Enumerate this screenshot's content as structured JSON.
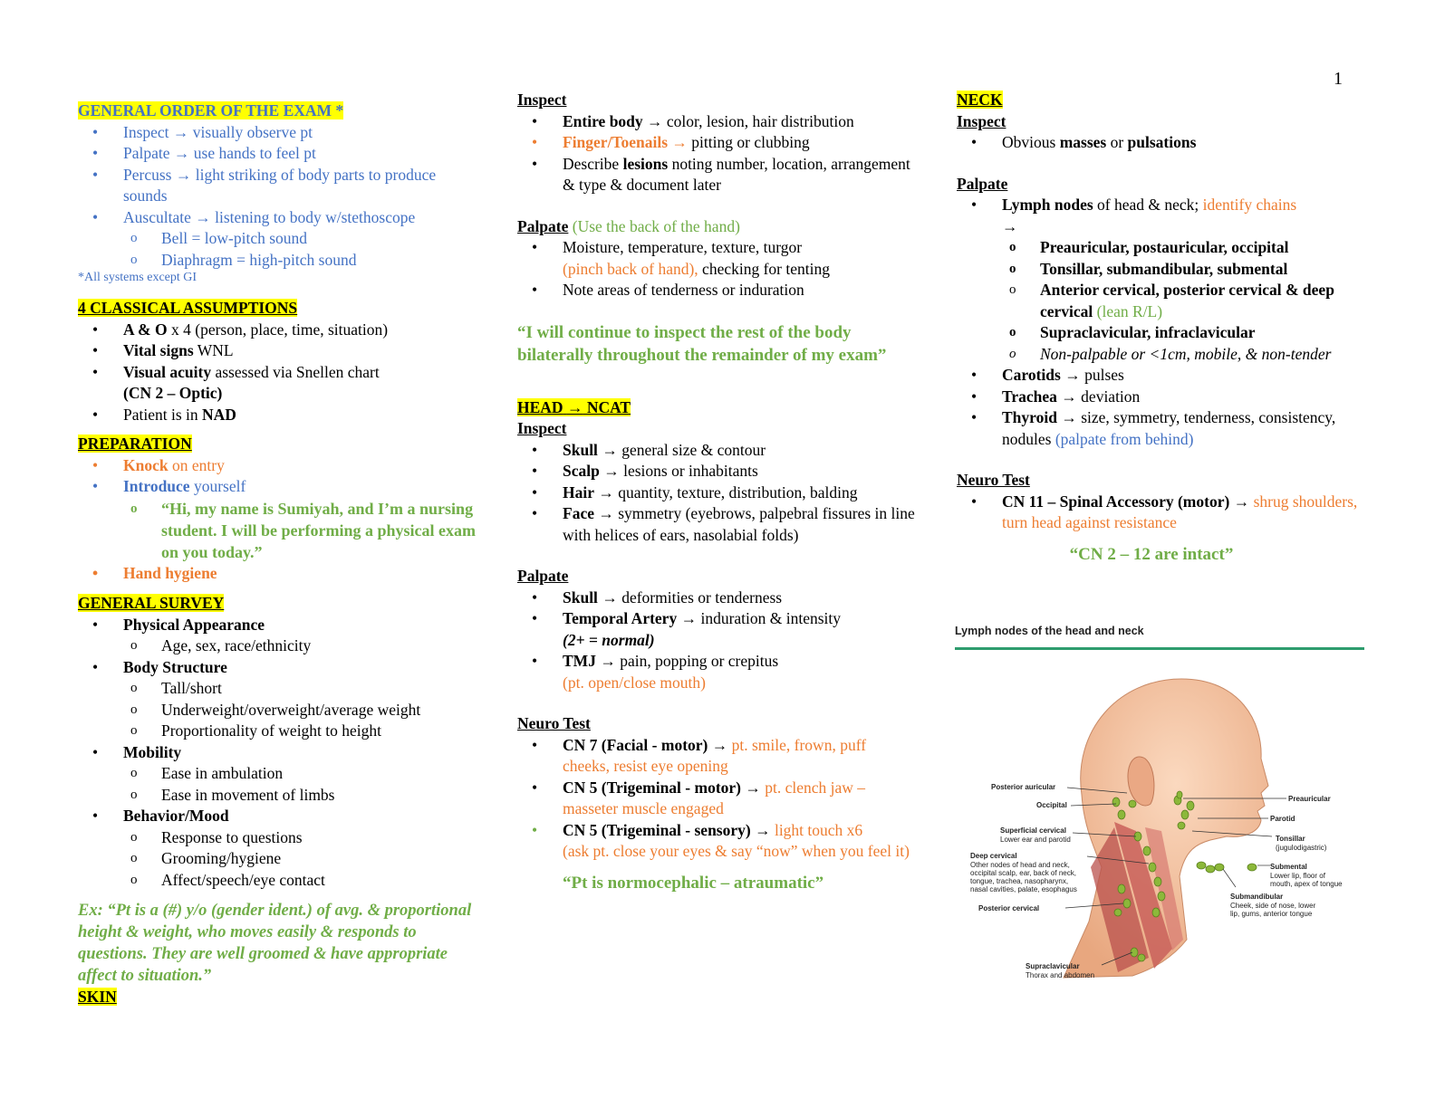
{
  "page_number": "1",
  "arrow": "→",
  "col1": {
    "general_order": {
      "title": "GENERAL ORDER OF THE EXAM *",
      "inspect": "Inspect",
      "inspect_desc": "visually observe pt",
      "palpate": "Palpate",
      "palpate_desc": "use hands to feel pt",
      "percuss": "Percuss",
      "percuss_desc": "light striking of body parts to produce sounds",
      "auscultate": "Auscultate",
      "auscultate_desc": "listening to body w/stethoscope",
      "bell": "Bell = low-pitch sound",
      "diaphragm": "Diaphragm = high-pitch sound",
      "footnote": "*All systems except GI"
    },
    "assumptions": {
      "title": "4 CLASSICAL ASSUMPTIONS",
      "ao": "A & O",
      "ao_desc": " x 4 (person, place, time, situation)",
      "vitals": "Vital signs",
      "vitals_desc": " WNL",
      "visual": "Visual acuity",
      "visual_desc": " assessed via Snellen chart",
      "visual_cn": "(CN 2 – Optic)",
      "patient": "Patient is in ",
      "patient_b": "NAD"
    },
    "preparation": {
      "title": "PREPARATION",
      "knock": "Knock",
      "knock_desc": " on entry",
      "introduce": "Introduce",
      "introduce_desc": " yourself",
      "quote": "“Hi, my name is Sumiyah, and I’m a nursing student. I will be performing a physical exam on you today.”",
      "hygiene": "Hand hygiene"
    },
    "general_survey": {
      "title": "GENERAL SURVEY",
      "physical": "Physical Appearance",
      "physical_items": [
        "Age, sex, race/ethnicity"
      ],
      "body": "Body Structure",
      "body_items": [
        "Tall/short",
        "Underweight/overweight/average weight",
        "Proportionality of weight to height"
      ],
      "mobility": "Mobility",
      "mobility_items": [
        "Ease in ambulation",
        "Ease in movement of limbs"
      ],
      "behavior": "Behavior/Mood",
      "behavior_items": [
        "Response to questions",
        "Grooming/hygiene",
        "Affect/speech/eye contact"
      ],
      "example": "Ex: “Pt is a (#) y/o (gender ident.) of avg. & proportional height & weight, who moves easily & responds to questions. They are well groomed & have appropriate affect to situation.”"
    },
    "skin_title": "SKIN"
  },
  "col2": {
    "inspect": {
      "title": "Inspect",
      "entire": "Entire body",
      "entire_desc": "color, lesion, hair distribution",
      "finger": "Finger/Toenails",
      "finger_desc": "pitting or clubbing",
      "describe": "Describe ",
      "describe_b": "lesions",
      "describe_desc": " noting number, location, arrangement & type & document later"
    },
    "palpate": {
      "title": "Palpate",
      "note": " (Use the back of the hand)",
      "moisture": "Moisture, temperature, texture, turgor",
      "pinch": "(pinch back of hand),",
      "pinch_desc": " checking for tenting",
      "tender": "Note areas of tenderness or induration"
    },
    "quote_continue": "“I will continue to inspect the rest of the body bilaterally throughout the remainder of my exam”",
    "head": {
      "title": "HEAD",
      "title2": " NCAT",
      "inspect_title": "Inspect",
      "skull": "Skull",
      "skull_desc": "general size & contour",
      "scalp": "Scalp",
      "scalp_desc": "lesions or inhabitants",
      "hair": "Hair",
      "hair_desc": "quantity, texture, distribution, balding",
      "face": "Face",
      "face_desc": "symmetry (eyebrows, palpebral fissures in line with helices of ears, nasolabial folds)",
      "palpate_title": "Palpate",
      "skull2": "Skull",
      "skull2_desc": "deformities or tenderness",
      "temporal": "Temporal Artery",
      "temporal_desc": "induration & intensity",
      "temporal_note": "(2+ = normal)",
      "tmj": "TMJ",
      "tmj_desc": "pain, popping or crepitus",
      "tmj_note": "(pt. open/close mouth)",
      "neuro_title": "Neuro Test",
      "cn7": "CN 7 (Facial - motor)",
      "cn7_desc": "pt. smile, frown, puff cheeks, resist eye opening",
      "cn5m": "CN 5 (Trigeminal - motor)",
      "cn5m_desc": "pt. clench jaw – masseter muscle engaged",
      "cn5s": "CN 5 (Trigeminal - sensory)",
      "cn5s_desc": "light touch x6",
      "cn5s_note": "(ask pt. close your eyes & say “now” when you feel it)",
      "quote": "“Pt is normocephalic – atraumatic”"
    }
  },
  "col3": {
    "neck": {
      "title": "NECK",
      "inspect_title": "Inspect",
      "obvious": "Obvious ",
      "masses": "masses",
      "or": " or ",
      "pulsations": "pulsations",
      "palpate_title": "Palpate",
      "lymph": "Lymph nodes",
      "lymph_desc": " of head & neck; ",
      "lymph_chains": "identify chains",
      "chains": [
        "Preauricular, postauricular, occipital",
        "Tonsillar, submandibular, submental",
        "Anterior cervical, posterior cervical & deep cervical",
        "Supraclavicular, infraclavicular"
      ],
      "lean": " (lean R/L)",
      "nonpalp": "Non-palpable or <1cm, mobile, & non-tender",
      "carotids": "Carotids",
      "carotids_desc": "pulses",
      "trachea": "Trachea",
      "trachea_desc": "deviation",
      "thyroid": "Thyroid",
      "thyroid_desc": "size, symmetry, tenderness, consistency, nodules ",
      "thyroid_note": "(palpate from behind)",
      "neuro_title": "Neuro Test",
      "cn11": "CN 11 – Spinal Accessory (motor)",
      "cn11_desc": "shrug shoulders, turn head against resistance",
      "quote": "“CN 2 – 12 are intact”"
    },
    "figure": {
      "title": "Lymph nodes of the head and neck",
      "labels": {
        "posterior_auricular": "Posterior auricular",
        "occipital": "Occipital",
        "superficial_cervical": "Superficial cervical",
        "superficial_cervical_sub": "Lower ear and parotid",
        "deep_cervical": "Deep cervical",
        "deep_cervical_sub1": "Other nodes of head and neck,",
        "deep_cervical_sub2": "occipital scalp, ear, back of neck,",
        "deep_cervical_sub3": "tongue, trachea, nasopharynx,",
        "deep_cervical_sub4": "nasal cavities, palate, esophagus",
        "posterior_cervical": "Posterior cervical",
        "supraclavicular": "Supraclavicular",
        "supraclavicular_sub": "Thorax and abdomen",
        "preauricular": "Preauricular",
        "parotid": "Parotid",
        "tonsillar": "Tonsillar",
        "tonsillar_sub": "(jugulodigastric)",
        "submental": "Submental",
        "submental_sub1": "Lower lip, floor of",
        "submental_sub2": "mouth, apex of tongue",
        "submandibular": "Submandibular",
        "submandibular_sub1": "Cheek, side of nose, lower",
        "submandibular_sub2": "lip, gums, anterior tongue"
      }
    }
  }
}
